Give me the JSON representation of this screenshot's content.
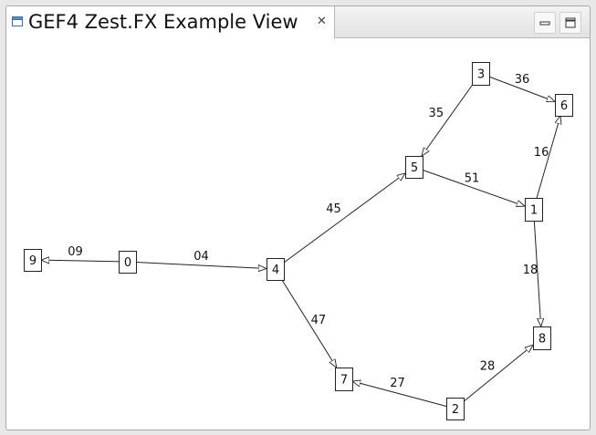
{
  "window": {
    "title": "GEF4 Zest.FX Example View",
    "close_icon": "close-icon",
    "minimize_icon": "minimize-icon",
    "maximize_icon": "maximize-icon"
  },
  "graph": {
    "nodes": [
      {
        "id": "n0",
        "label": "0"
      },
      {
        "id": "n1",
        "label": "1"
      },
      {
        "id": "n2",
        "label": "2"
      },
      {
        "id": "n3",
        "label": "3"
      },
      {
        "id": "n4",
        "label": "4"
      },
      {
        "id": "n5",
        "label": "5"
      },
      {
        "id": "n6",
        "label": "6"
      },
      {
        "id": "n7",
        "label": "7"
      },
      {
        "id": "n8",
        "label": "8"
      },
      {
        "id": "n9",
        "label": "9"
      }
    ],
    "edges": [
      {
        "from": "n0",
        "to": "n9",
        "label": "09"
      },
      {
        "from": "n0",
        "to": "n4",
        "label": "04"
      },
      {
        "from": "n4",
        "to": "n5",
        "label": "45"
      },
      {
        "from": "n4",
        "to": "n7",
        "label": "47"
      },
      {
        "from": "n3",
        "to": "n5",
        "label": "35"
      },
      {
        "from": "n3",
        "to": "n6",
        "label": "36"
      },
      {
        "from": "n5",
        "to": "n1",
        "label": "51"
      },
      {
        "from": "n1",
        "to": "n6",
        "label": "16"
      },
      {
        "from": "n1",
        "to": "n8",
        "label": "18"
      },
      {
        "from": "n2",
        "to": "n8",
        "label": "28"
      },
      {
        "from": "n2",
        "to": "n7",
        "label": "27"
      }
    ]
  }
}
